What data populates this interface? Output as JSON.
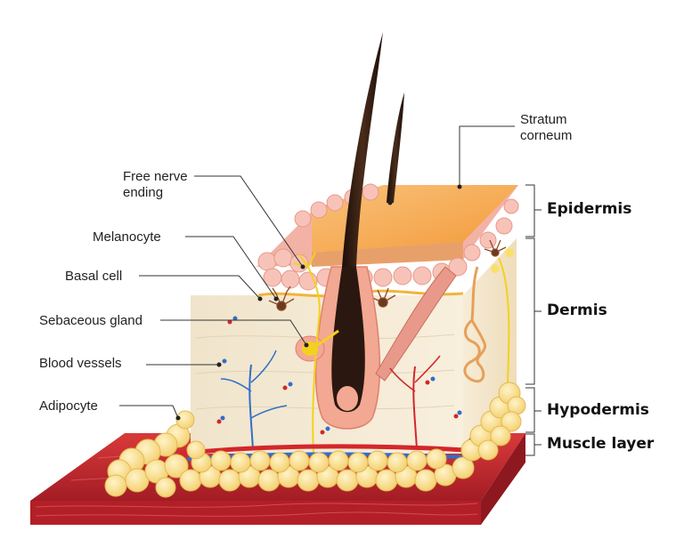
{
  "labels": {
    "stratum_corneum": "Stratum\ncorneum",
    "free_nerve_ending": "Free nerve\nending",
    "melanocyte": "Melanocyte",
    "basal_cell": "Basal cell",
    "sebaceous_gland": "Sebaceous gland",
    "blood_vessels": "Blood vessels",
    "adipocyte": "Adipocyte"
  },
  "layers": {
    "epidermis": "Epidermis",
    "dermis": "Dermis",
    "hypodermis": "Hypodermis",
    "muscle_layer": "Muscle layer"
  },
  "colors": {
    "epidermis": "#f6a04a",
    "dermis": "#f4e9d2",
    "fat": "#f8da86",
    "muscle": "#c4262e",
    "hair": "#2a1810",
    "artery": "#d4262b",
    "vein": "#2f6fc8",
    "nerve": "#f2d21c"
  }
}
